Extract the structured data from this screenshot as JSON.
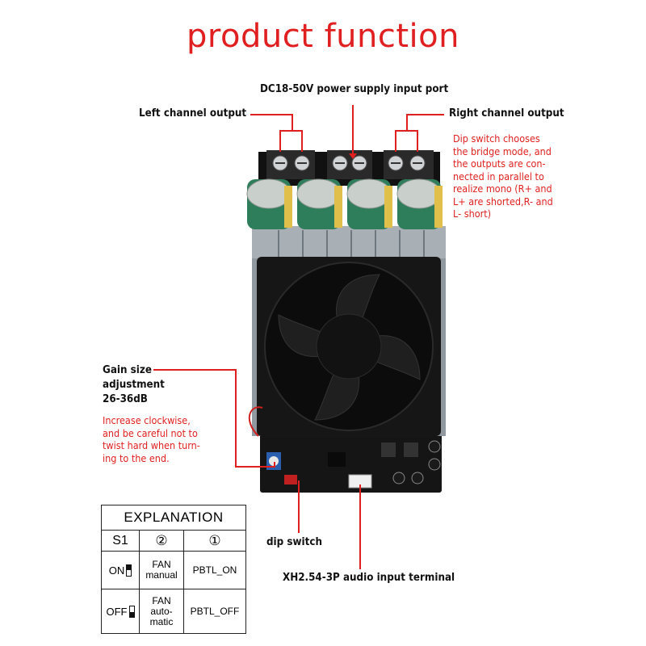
{
  "title": "product function",
  "labels": {
    "power": "DC18-50V power supply input port",
    "left": "Left channel output",
    "right": "Right channel output",
    "gain_lines": [
      "Gain size",
      "adjustment",
      "26-36dB"
    ],
    "dip": "dip switch",
    "input": "XH2.54-3P audio input terminal"
  },
  "notes": {
    "right_lines": [
      "Dip switch chooses",
      "the bridge mode, and",
      "the outputs are con-",
      "nected in parallel to",
      "realize mono (R+ and",
      "L+ are shorted,R- and",
      "L- short)"
    ],
    "gain_lines": [
      "Increase clockwise,",
      "and be careful not to",
      "twist hard when turn-",
      "ing to the end."
    ]
  },
  "explanation": {
    "header": "EXPLANATION",
    "columns": [
      "S1",
      "②",
      "①"
    ],
    "rows": [
      {
        "state": "ON",
        "col2": [
          "FAN",
          "manual"
        ],
        "col3": "PBTL_ON"
      },
      {
        "state": "OFF",
        "col2": [
          "FAN",
          "auto-",
          "matic"
        ],
        "col3": "PBTL_OFF"
      }
    ]
  },
  "colors": {
    "accent": "#e02020",
    "board": "#1a1a1a",
    "heatsink": "#9aa3aa",
    "capacitor": "#2e7d5b"
  }
}
